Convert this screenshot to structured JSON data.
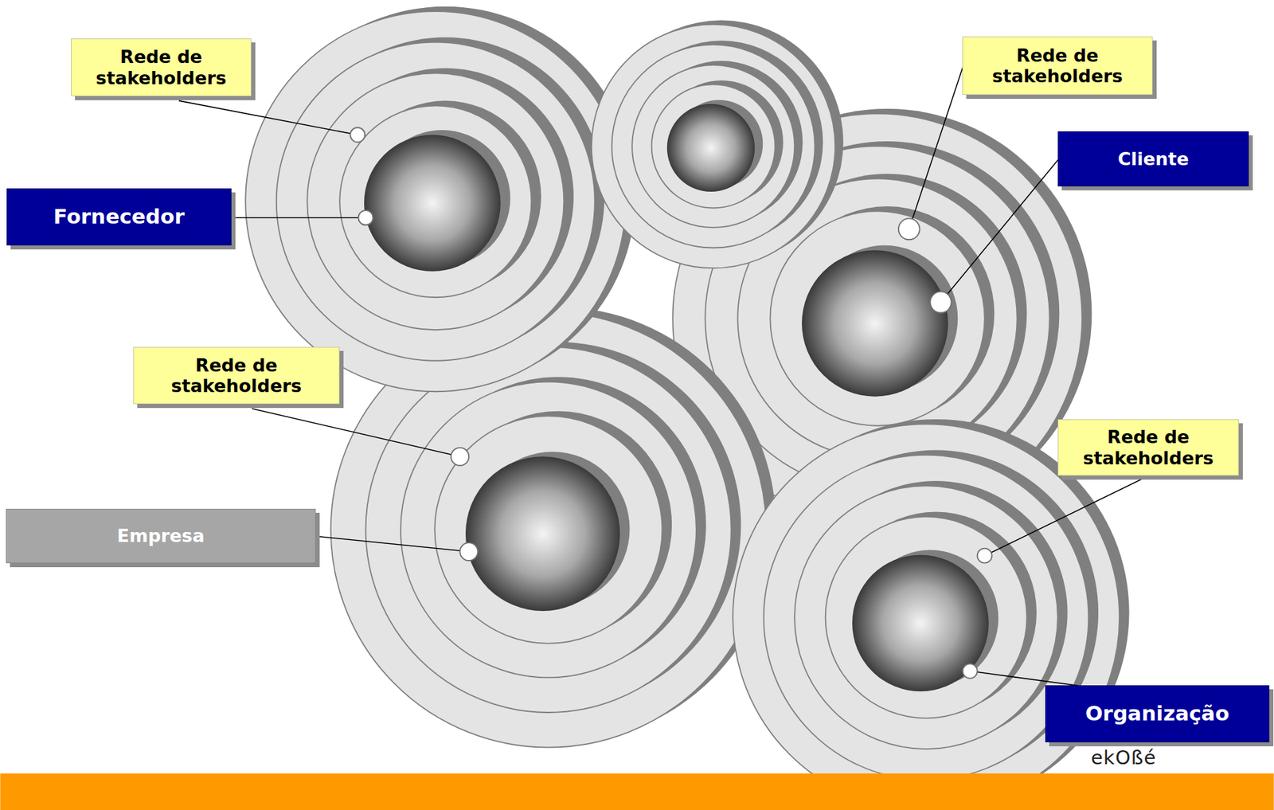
{
  "diagram": {
    "nodes": [
      {
        "text": [
          "Rede de stakeholders"
        ]
      },
      {
        "text": [
          "Fornecedor"
        ]
      },
      {
        "text": [
          "Rede de stakeholders"
        ]
      },
      {
        "text": [
          "Cliente"
        ]
      },
      {
        "text": [
          "Rede de stakeholders"
        ]
      },
      {
        "text": [
          "Empresa"
        ]
      },
      {
        "text": [
          "Rede de stakeholders"
        ]
      },
      {
        "text": [
          "Organização"
        ]
      }
    ],
    "labels": [
      "ekOßé"
    ]
  }
}
